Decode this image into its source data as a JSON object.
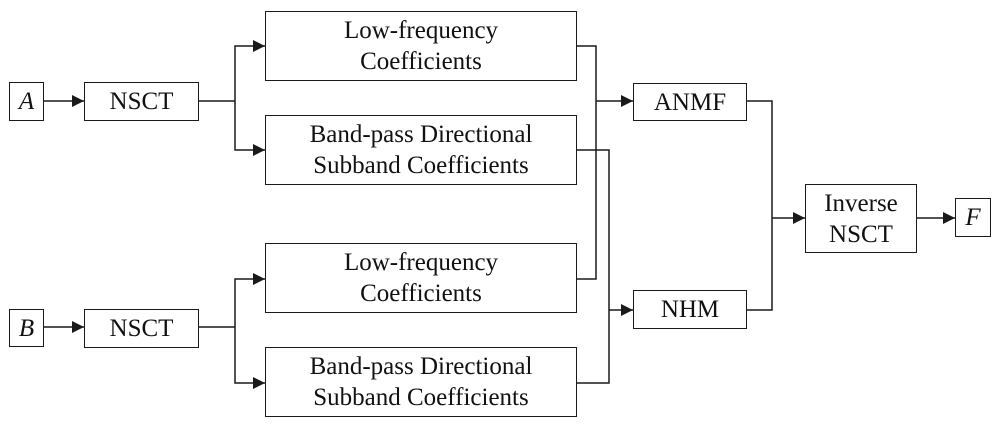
{
  "inputs": {
    "a": "A",
    "b": "B"
  },
  "output": {
    "f": "F"
  },
  "nsct_a": "NSCT",
  "nsct_b": "NSCT",
  "low_a": [
    "Low-frequency",
    "Coefficients"
  ],
  "band_a": [
    "Band-pass Directional",
    "Subband Coefficients"
  ],
  "low_b": [
    "Low-frequency",
    "Coefficients"
  ],
  "band_b": [
    "Band-pass Directional",
    "Subband Coefficients"
  ],
  "anmf": "ANMF",
  "nhm": "NHM",
  "inverse": [
    "Inverse",
    "NSCT"
  ],
  "colors": {
    "line": "#1a1a1a",
    "border": "#1a1a1a",
    "text": "#111111"
  }
}
